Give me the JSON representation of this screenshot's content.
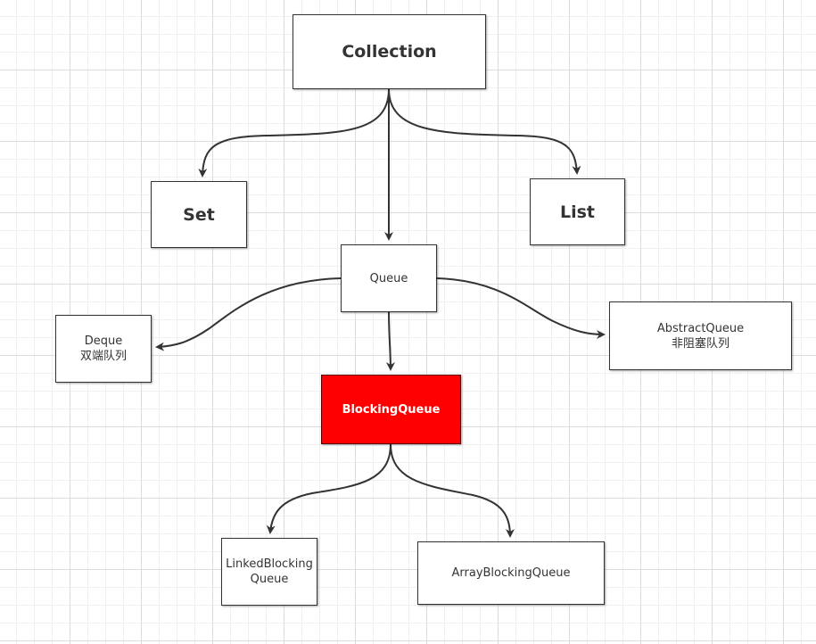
{
  "diagram": {
    "nodes": {
      "collection": {
        "label": "Collection"
      },
      "set": {
        "label": "Set"
      },
      "list": {
        "label": "List"
      },
      "queue": {
        "label": "Queue"
      },
      "deque": {
        "label": "Deque\n双端队列"
      },
      "abstract_queue": {
        "label": "AbstractQueue\n非阻塞队列"
      },
      "blocking_queue": {
        "label": "BlockingQueue"
      },
      "linked_blocking_queue": {
        "label": "LinkedBlockingQueue"
      },
      "array_blocking_queue": {
        "label": "ArrayBlockingQueue"
      }
    },
    "edges": [
      {
        "from": "collection",
        "to": "set"
      },
      {
        "from": "collection",
        "to": "queue"
      },
      {
        "from": "collection",
        "to": "list"
      },
      {
        "from": "queue",
        "to": "deque"
      },
      {
        "from": "queue",
        "to": "blocking_queue"
      },
      {
        "from": "queue",
        "to": "abstract_queue"
      },
      {
        "from": "blocking_queue",
        "to": "linked_blocking_queue"
      },
      {
        "from": "blocking_queue",
        "to": "array_blocking_queue"
      }
    ],
    "colors": {
      "highlight_fill": "#ff0000",
      "highlight_text": "#ffffff",
      "stroke": "#333333"
    }
  }
}
